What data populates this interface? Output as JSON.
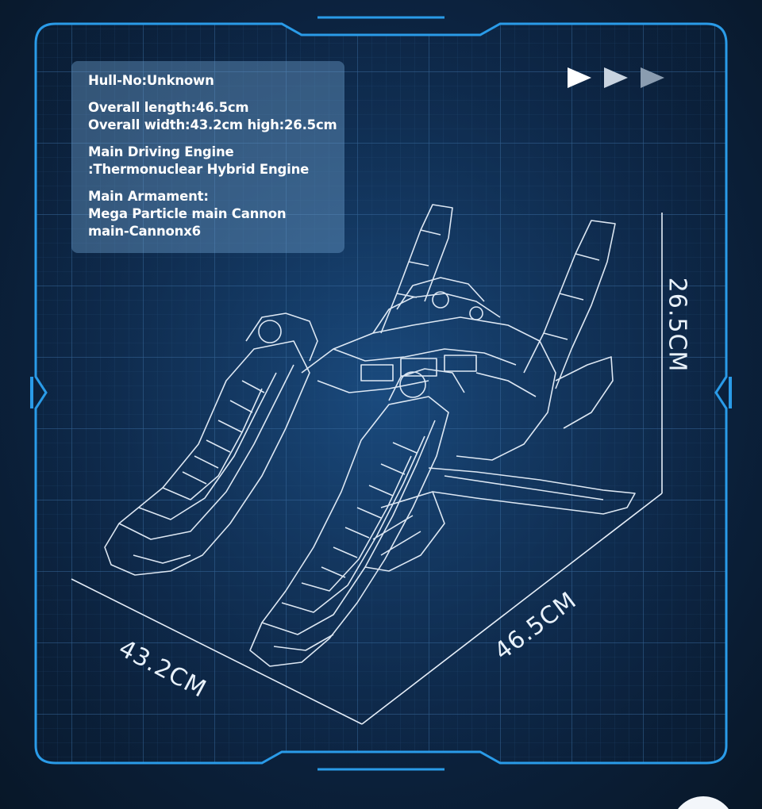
{
  "info_panel": {
    "hull": "Hull-No:Unknown",
    "length": "Overall length:46.5cm",
    "width_height": "Overall width:43.2cm high:26.5cm",
    "engine_line1": "Main Driving Engine",
    "engine_line2": ":Thermonuclear Hybrid Engine",
    "armament_line1": "Main Armament:",
    "armament_line2": "Mega Particle main Cannon",
    "armament_line3": "main-Cannonx6"
  },
  "dimensions": {
    "height": "26.5CM",
    "depth": "43.2CM",
    "length": "46.5CM"
  },
  "icons": {
    "play_arrows": "triple-play-arrow-icon",
    "model": "spaceship-blueprint-drawing"
  },
  "colors": {
    "background": "#0c2340",
    "frame": "#2a9be8",
    "grid": "#2d5e8f",
    "panel": "#6ea0cd",
    "text": "#ffffff"
  }
}
